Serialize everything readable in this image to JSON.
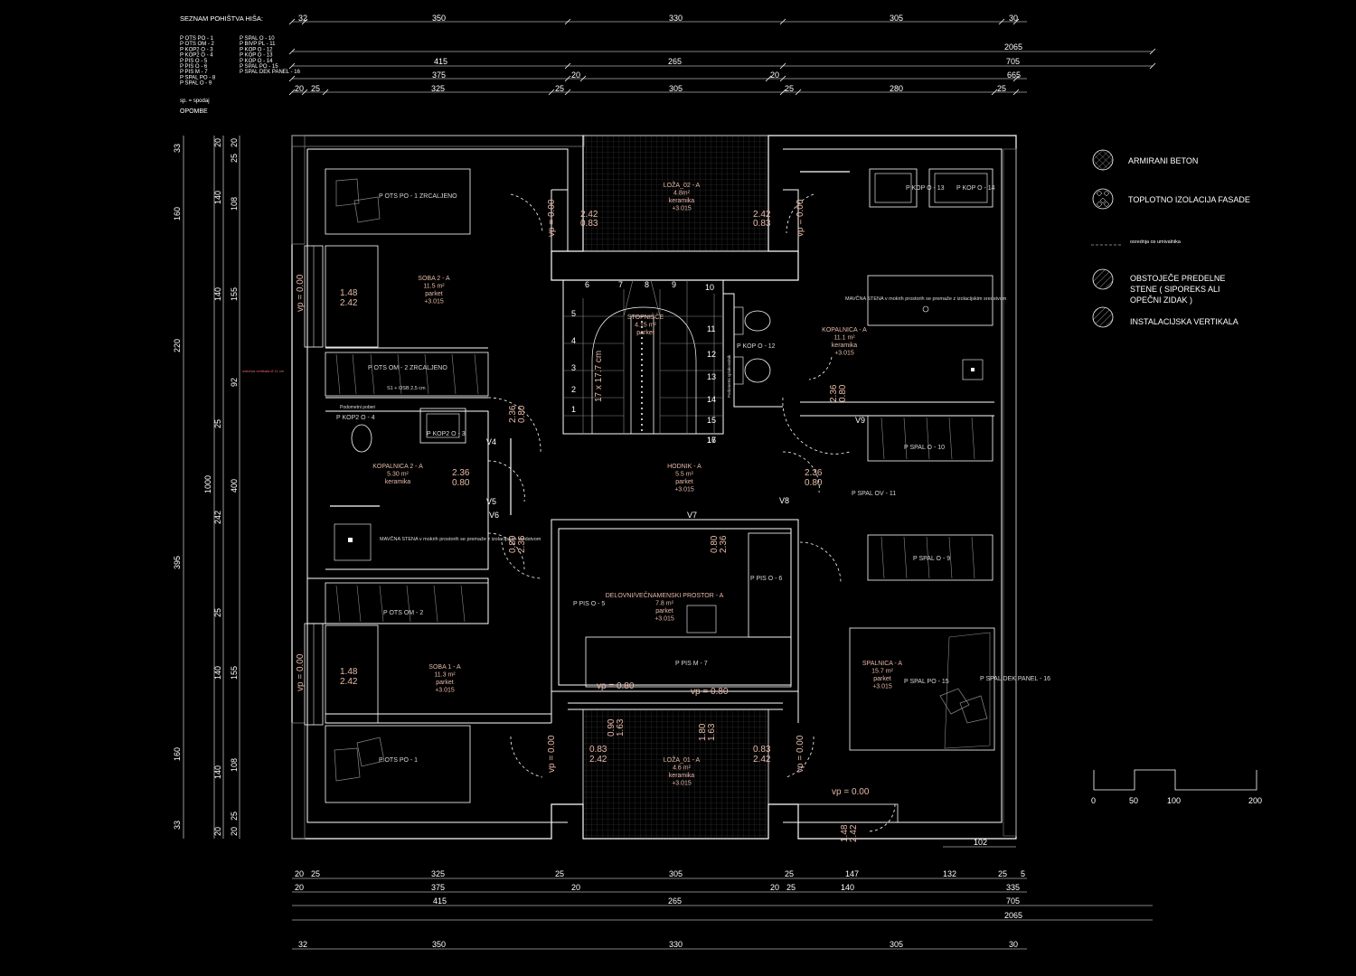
{
  "furniture_list": {
    "title": "SEZNAM POHIŠTVA HIŠA:",
    "col1": [
      "P OTS PO - 1",
      "P OTS OM - 2",
      "P KOP2 O - 3",
      "P KOP2 O - 4",
      "P PIS O - 5",
      "P PIS O - 6",
      "P PIS M - 7",
      "P SPAL PO - 8",
      "P SPAL O - 9"
    ],
    "col2": [
      "P SPAL O - 10",
      "P BIVP PL - 11",
      "P KOP O - 12",
      "P KOP O - 13",
      "P KOP O - 14",
      "P SPAL PO - 15",
      "P SPAL DEK PANEL - 16"
    ],
    "note_sp": "sp. = spodaj",
    "notes_title": "OPOMBE"
  },
  "legend": [
    {
      "label": "ARMIRANI BETON"
    },
    {
      "label": "TOPLOTNO IZOLACIJA FASADE"
    },
    {
      "label": "osrednja os umivalnika"
    },
    {
      "label": "OBSTOJEČE PREDELNE STENE ( SIPOREKS ALI OPEČNI ZIDAK )"
    },
    {
      "label": "INSTALACIJSKA VERTIKALA"
    }
  ],
  "scale_bar": {
    "ticks": [
      "0",
      "50",
      "100",
      "200"
    ]
  },
  "top_dims": {
    "row1": [
      "32",
      "350",
      "330",
      "305",
      "30"
    ],
    "row2": [
      "2065"
    ],
    "row3": [
      "415",
      "265",
      "705"
    ],
    "row4": [
      "375",
      "20",
      "20",
      "665"
    ],
    "row5": [
      "20",
      "25",
      "325",
      "25",
      "305",
      "25",
      "280",
      "25"
    ]
  },
  "bottom_dims": {
    "row1": [
      "20",
      "25",
      "325",
      "25",
      "305",
      "25",
      "147",
      "132",
      "25",
      "5"
    ],
    "row2": [
      "20",
      "375",
      "20",
      "20",
      "25",
      "140",
      "335"
    ],
    "row3": [
      "415",
      "265",
      "705"
    ],
    "row4": [
      "2065"
    ],
    "row5": [
      "32",
      "350",
      "330",
      "305",
      "30"
    ]
  },
  "left_dims": {
    "outer": [
      "33",
      "160",
      "220",
      "395",
      "160",
      "33"
    ],
    "total": "1000",
    "inner": [
      "20",
      "140",
      "140",
      "25",
      "242",
      "25",
      "140",
      "140",
      "20"
    ],
    "inner2": [
      "20",
      "25",
      "108",
      "155",
      "92",
      "400",
      "155",
      "108",
      "25",
      "20"
    ]
  },
  "side_dim_102": "102",
  "rooms": [
    {
      "name": "SOBA 2 - A",
      "area": "11.5 m²",
      "floor": "parket",
      "level": "+3.015"
    },
    {
      "name": "LOŽA_02 - A",
      "area": "4.8m²",
      "floor": "keramika",
      "level": "+3.015"
    },
    {
      "name": "KOPALNICA - A",
      "area": "11.1 m²",
      "floor": "keramika",
      "level": "+3.015"
    },
    {
      "name": "STOPNIŠČE",
      "area": "4.15 m²",
      "floor": "parket",
      "level": ""
    },
    {
      "name": "KOPALNICA 2 - A",
      "area": "5.30 m²",
      "floor": "keramika",
      "level": ""
    },
    {
      "name": "HODNIK - A",
      "area": "5.5 m²",
      "floor": "parket",
      "level": "+3.015"
    },
    {
      "name": "DELOVNI/VEČNAMENSKI PROSTOR - A",
      "area": "7.8 m²",
      "floor": "parket",
      "level": "+3.015"
    },
    {
      "name": "SOBA 1 - A",
      "area": "11.3 m²",
      "floor": "parket",
      "level": "+3.015"
    },
    {
      "name": "LOŽA_01 - A",
      "area": "4.6 m²",
      "floor": "keramika",
      "level": "+3.015"
    },
    {
      "name": "SPALNICA - A",
      "area": "15.7 m²",
      "floor": "parket",
      "level": "+3.015"
    }
  ],
  "furniture_tags": {
    "ots_po_1_z": "P OTS PO - 1 ZRCALJENO",
    "ots_om_2_z": "P OTS OM - 2 ZRCALJENO",
    "kop2_o_4": "P KOP2 O - 4",
    "kop2_o_3": "P KOP2 O - 3",
    "ots_om_2": "P OTS OM - 2",
    "ots_po_1": "P OTS PO - 1",
    "kop_o_13": "P KOP O - 13",
    "kop_o_14": "P KOP O - 14",
    "kop_o_12": "P KOP O - 12",
    "spal_o_10": "P SPAL O - 10",
    "spal_ov_11": "P SPAL OV - 11",
    "spal_o_9": "P SPAL O - 9",
    "pis_o_5": "P PIS O - 5",
    "pis_o_6": "P PIS O - 6",
    "pis_m_7": "P PIS M - 7",
    "spal_po_15": "P SPAL PO - 15",
    "spal_dek_16": "P SPAL DEK PANEL - 16"
  },
  "notes": {
    "mavcna1": "MAVČNA STENA v mokrih prostorih se premaže z izolacijskim sredstvom",
    "mavcna2": "MAVČNA STENA v mokrih prostorih se premaže z izolacijskim sredstvom",
    "osb": "S1 + OSB 2,5 cm",
    "podometni": "Podometni poberi",
    "odtok": "odtočna vertikala Ø 11 cm",
    "podometni2": "Podometni splakovalnik"
  },
  "window_marks": {
    "vp000": "vp = 0.00",
    "vp080": "vp = 0.80",
    "stair": "17 x 17.7 cm",
    "w1": "2.42",
    "w2": "0.83",
    "w3": "1.48",
    "w4": "2.42",
    "w5": "2.36",
    "w6": "0.80",
    "w7": "0.80",
    "w8": "2.36",
    "w9": "0.90",
    "w10": "1.63",
    "w11": "1.80",
    "w12": "1.63",
    "w13": "0.83",
    "w14": "2.42"
  },
  "door_marks": [
    "V4",
    "V5",
    "V6",
    "V7",
    "V8",
    "V9"
  ],
  "stair_numbers": [
    "1",
    "2",
    "3",
    "4",
    "5",
    "6",
    "7",
    "8",
    "9",
    "10",
    "11",
    "12",
    "13",
    "14",
    "15",
    "16",
    "17"
  ]
}
